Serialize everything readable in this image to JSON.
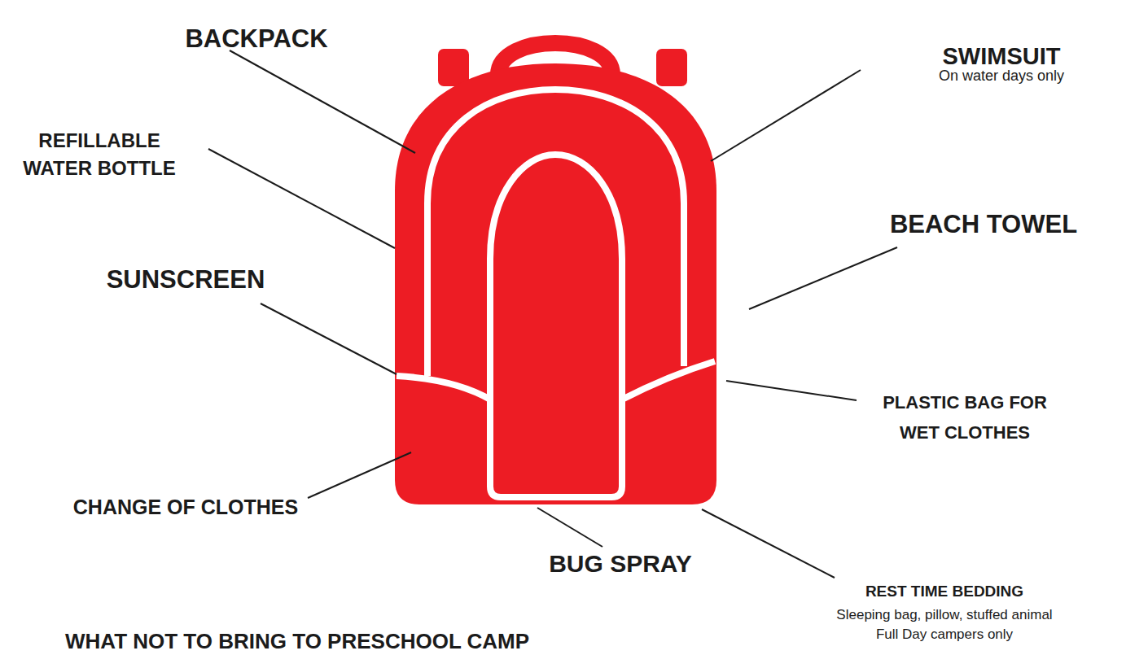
{
  "diagram": {
    "labels": [
      "BACKPACK",
      "SWIMSUIT",
      "On water days only",
      "REFILLABLE WATER BOTTLE",
      "BEACH TOWEL",
      "SUNSCREEN",
      "PLASTIC BAG FOR WET CLOTHES",
      "CHANGE OF CLOTHES",
      "BUG SPRAY",
      "REST TIME BEDDING",
      "Sleeping bag, pillow, stuffed animal",
      "Full Day campers only",
      "WHAT NOT TO BRING TO PRESCHOOL CAMP"
    ]
  }
}
